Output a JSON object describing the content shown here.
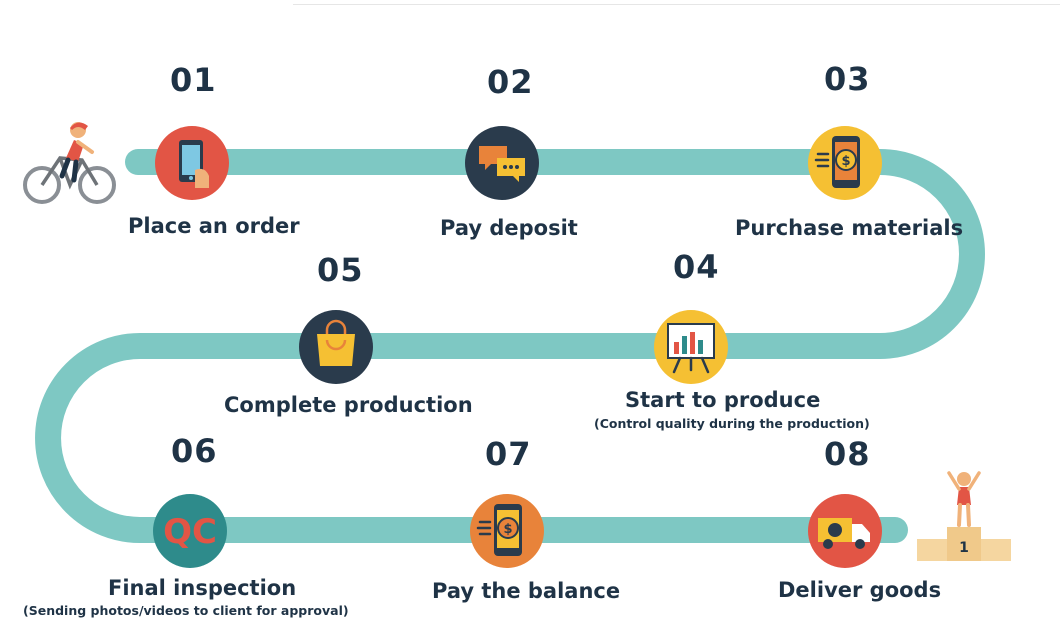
{
  "steps": [
    {
      "number": "01",
      "label": "Place an order",
      "sublabel": ""
    },
    {
      "number": "02",
      "label": "Pay deposit",
      "sublabel": ""
    },
    {
      "number": "03",
      "label": "Purchase materials",
      "sublabel": ""
    },
    {
      "number": "04",
      "label": "Start to produce",
      "sublabel": "(Control quality during the production)"
    },
    {
      "number": "05",
      "label": "Complete production",
      "sublabel": ""
    },
    {
      "number": "06",
      "label": "Final inspection",
      "sublabel": "(Sending photos/videos to client for approval)"
    },
    {
      "number": "07",
      "label": "Pay the balance",
      "sublabel": ""
    },
    {
      "number": "08",
      "label": "Deliver goods",
      "sublabel": ""
    }
  ],
  "icons": {
    "qc_text": "QC",
    "podium_rank": "1"
  },
  "colors": {
    "track": "#7ec8c3",
    "text": "#1f3346",
    "red": "#e25545",
    "navy": "#2a3b4c",
    "yellow": "#f5c033",
    "orange": "#e8833a",
    "teal": "#2e8b8b"
  }
}
